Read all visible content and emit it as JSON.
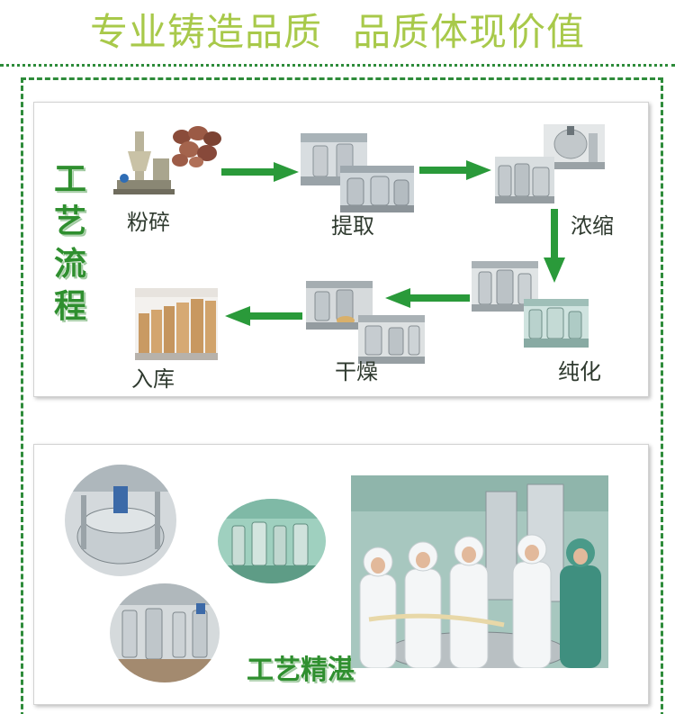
{
  "headline": {
    "left": "专业铸造品质",
    "right": "品质体现价值"
  },
  "process": {
    "title_chars": [
      "工",
      "艺",
      "流",
      "程"
    ],
    "steps": [
      "粉碎",
      "提取",
      "浓缩",
      "纯化",
      "干燥",
      "入库"
    ]
  },
  "craft": {
    "title": "工艺精湛"
  },
  "colors": {
    "headline": "#a8c94a",
    "accent_green": "#2f8f2f",
    "arrow_green": "#2a9a3a",
    "border_green": "#2e8b3a"
  }
}
